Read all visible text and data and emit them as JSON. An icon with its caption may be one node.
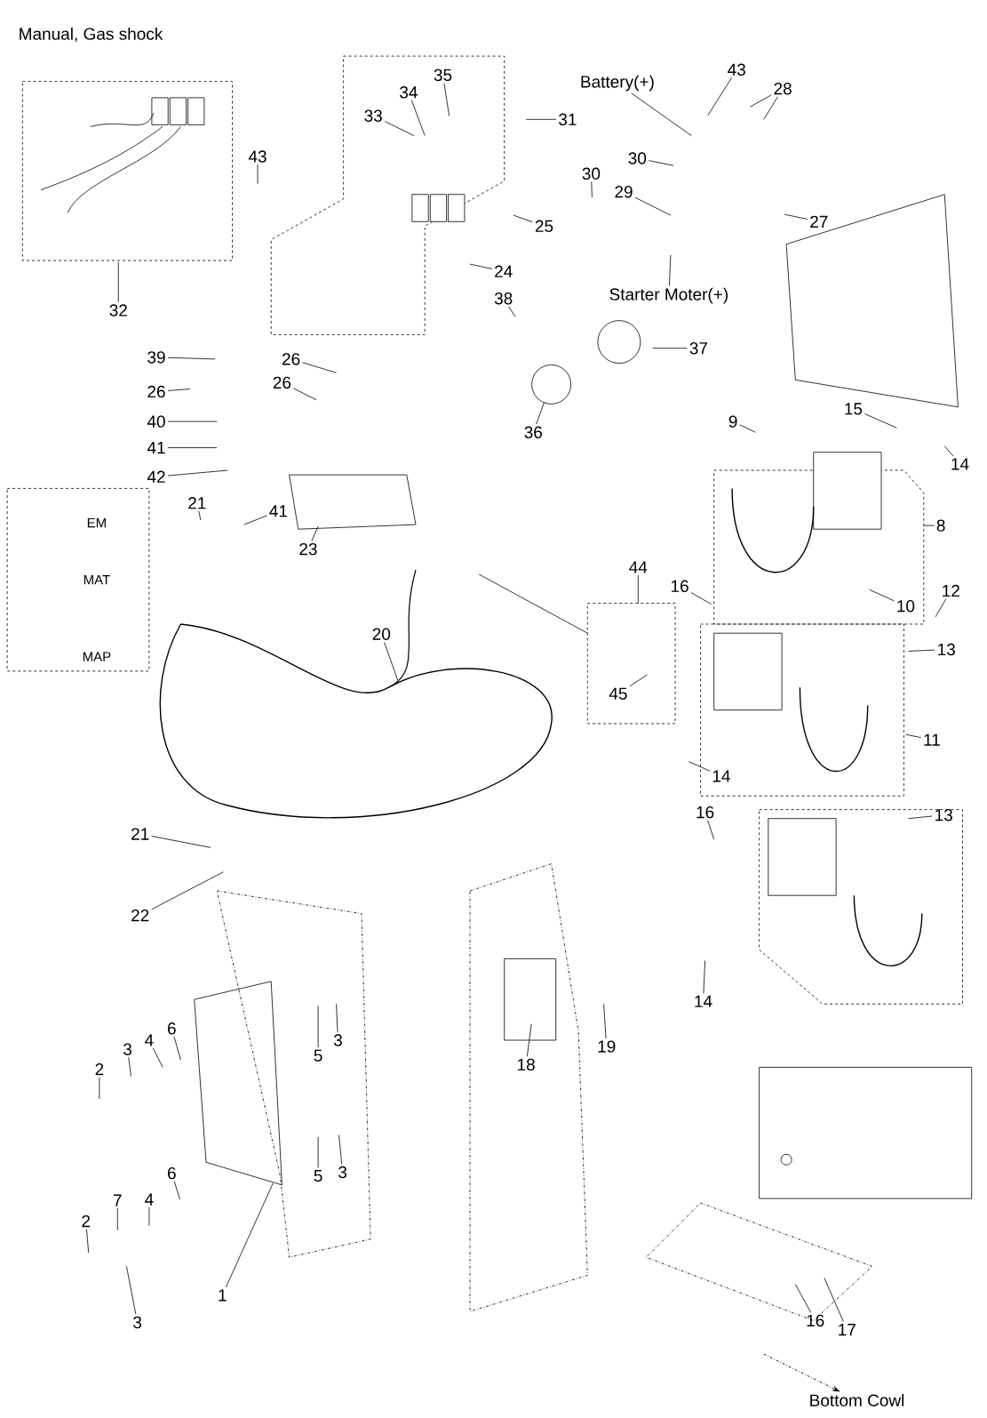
{
  "diagram": {
    "title": "Manual, Gas shock",
    "nodes": [
      {
        "text": [
          "33"
        ]
      },
      {
        "text": [
          "34"
        ]
      },
      {
        "text": [
          "35"
        ]
      },
      {
        "text": [
          "31"
        ]
      },
      {
        "text": [
          "Battery(+)"
        ]
      },
      {
        "text": [
          "43"
        ]
      },
      {
        "text": [
          "28"
        ]
      },
      {
        "text": [
          "43"
        ]
      },
      {
        "text": [
          "30"
        ]
      },
      {
        "text": [
          "30"
        ]
      },
      {
        "text": [
          "29"
        ]
      },
      {
        "text": [
          "25"
        ]
      },
      {
        "text": [
          "27"
        ]
      },
      {
        "text": [
          "24"
        ]
      },
      {
        "text": [
          "Starter Moter(+)"
        ]
      },
      {
        "text": [
          "38"
        ]
      },
      {
        "text": [
          "32"
        ]
      },
      {
        "text": [
          "37"
        ]
      },
      {
        "text": [
          "39"
        ]
      },
      {
        "text": [
          "26"
        ]
      },
      {
        "text": [
          "26"
        ]
      },
      {
        "text": [
          "26"
        ]
      },
      {
        "text": [
          "15"
        ]
      },
      {
        "text": [
          "9"
        ]
      },
      {
        "text": [
          "40"
        ]
      },
      {
        "text": [
          "36"
        ]
      },
      {
        "text": [
          "41"
        ]
      },
      {
        "text": [
          "14"
        ]
      },
      {
        "text": [
          "42"
        ]
      },
      {
        "text": [
          "21"
        ]
      },
      {
        "text": [
          "41"
        ]
      },
      {
        "text": [
          "8"
        ]
      },
      {
        "text": [
          "23"
        ]
      },
      {
        "text": [
          "44"
        ]
      },
      {
        "text": [
          "16"
        ]
      },
      {
        "text": [
          "12"
        ]
      },
      {
        "text": [
          "10"
        ]
      },
      {
        "text": [
          "20"
        ]
      },
      {
        "text": [
          "13"
        ]
      },
      {
        "text": [
          "45"
        ]
      },
      {
        "text": [
          "11"
        ]
      },
      {
        "text": [
          "14"
        ]
      },
      {
        "text": [
          "16"
        ]
      },
      {
        "text": [
          "13"
        ]
      },
      {
        "text": [
          "21"
        ]
      },
      {
        "text": [
          "22"
        ]
      },
      {
        "text": [
          "14"
        ]
      },
      {
        "text": [
          "6"
        ]
      },
      {
        "text": [
          "3"
        ]
      },
      {
        "text": [
          "4"
        ]
      },
      {
        "text": [
          "19"
        ]
      },
      {
        "text": [
          "3"
        ]
      },
      {
        "text": [
          "5"
        ]
      },
      {
        "text": [
          "18"
        ]
      },
      {
        "text": [
          "2"
        ]
      },
      {
        "text": [
          "6"
        ]
      },
      {
        "text": [
          "3"
        ]
      },
      {
        "text": [
          "5"
        ]
      },
      {
        "text": [
          "4"
        ]
      },
      {
        "text": [
          "7"
        ]
      },
      {
        "text": [
          "2"
        ]
      },
      {
        "text": [
          "1"
        ]
      },
      {
        "text": [
          "16"
        ]
      },
      {
        "text": [
          "3"
        ]
      },
      {
        "text": [
          "17"
        ]
      },
      {
        "text": [
          "Bottom Cowl"
        ]
      }
    ],
    "edges": [
      {
        "from": 0,
        "to": null,
        "arrow": "none"
      },
      {
        "from": 1,
        "to": null,
        "arrow": "none"
      },
      {
        "from": 2,
        "to": null,
        "arrow": "none"
      },
      {
        "from": 3,
        "to": null,
        "arrow": "none"
      },
      {
        "from": 4,
        "to": null,
        "arrow": "none"
      },
      {
        "from": 5,
        "to": null,
        "arrow": "none"
      },
      {
        "from": 6,
        "to": null,
        "arrow": "none"
      },
      {
        "from": 6,
        "to": null,
        "arrow": "none"
      },
      {
        "from": 7,
        "to": null,
        "arrow": "none"
      },
      {
        "from": 8,
        "to": null,
        "arrow": "none"
      },
      {
        "from": 9,
        "to": null,
        "arrow": "none"
      },
      {
        "from": 10,
        "to": null,
        "arrow": "none"
      },
      {
        "from": 11,
        "to": null,
        "arrow": "none"
      },
      {
        "from": 12,
        "to": null,
        "arrow": "none"
      },
      {
        "from": 13,
        "to": null,
        "arrow": "none"
      },
      {
        "from": 14,
        "to": null,
        "arrow": "none"
      },
      {
        "from": 15,
        "to": null,
        "arrow": "none"
      },
      {
        "from": 16,
        "to": null,
        "arrow": "none"
      },
      {
        "from": 17,
        "to": null,
        "arrow": "none"
      },
      {
        "from": 18,
        "to": null,
        "arrow": "none"
      },
      {
        "from": 19,
        "to": null,
        "arrow": "none"
      },
      {
        "from": 20,
        "to": null,
        "arrow": "none"
      },
      {
        "from": 21,
        "to": null,
        "arrow": "none"
      },
      {
        "from": 22,
        "to": null,
        "arrow": "none"
      },
      {
        "from": 23,
        "to": null,
        "arrow": "none"
      },
      {
        "from": 24,
        "to": null,
        "arrow": "none"
      },
      {
        "from": 25,
        "to": null,
        "arrow": "none"
      },
      {
        "from": 26,
        "to": null,
        "arrow": "none"
      },
      {
        "from": 27,
        "to": null,
        "arrow": "none"
      },
      {
        "from": 28,
        "to": null,
        "arrow": "none"
      },
      {
        "from": 29,
        "to": null,
        "arrow": "none"
      },
      {
        "from": 30,
        "to": null,
        "arrow": "none"
      },
      {
        "from": 31,
        "to": null,
        "arrow": "none"
      },
      {
        "from": 32,
        "to": null,
        "arrow": "none"
      },
      {
        "from": 33,
        "to": null,
        "arrow": "none"
      },
      {
        "from": 34,
        "to": null,
        "arrow": "none"
      },
      {
        "from": 35,
        "to": null,
        "arrow": "none"
      },
      {
        "from": 36,
        "to": null,
        "arrow": "none"
      },
      {
        "from": 37,
        "to": null,
        "arrow": "none"
      },
      {
        "from": 38,
        "to": null,
        "arrow": "none"
      },
      {
        "from": 39,
        "to": null,
        "arrow": "none"
      },
      {
        "from": 40,
        "to": null,
        "arrow": "none"
      },
      {
        "from": 41,
        "to": null,
        "arrow": "none"
      },
      {
        "from": 42,
        "to": null,
        "arrow": "none"
      },
      {
        "from": 43,
        "to": null,
        "arrow": "none"
      },
      {
        "from": 44,
        "to": null,
        "arrow": "none"
      },
      {
        "from": 45,
        "to": null,
        "arrow": "none"
      },
      {
        "from": 46,
        "to": null,
        "arrow": "none"
      },
      {
        "from": 47,
        "to": null,
        "arrow": "none"
      },
      {
        "from": 48,
        "to": null,
        "arrow": "none"
      },
      {
        "from": 49,
        "to": null,
        "arrow": "none"
      },
      {
        "from": 50,
        "to": null,
        "arrow": "none"
      },
      {
        "from": 51,
        "to": null,
        "arrow": "none"
      },
      {
        "from": 52,
        "to": null,
        "arrow": "none"
      },
      {
        "from": 53,
        "to": null,
        "arrow": "none"
      },
      {
        "from": 54,
        "to": null,
        "arrow": "none"
      },
      {
        "from": 55,
        "to": null,
        "arrow": "none"
      },
      {
        "from": 56,
        "to": null,
        "arrow": "none"
      },
      {
        "from": 57,
        "to": null,
        "arrow": "none"
      },
      {
        "from": 58,
        "to": null,
        "arrow": "none"
      },
      {
        "from": 59,
        "to": null,
        "arrow": "none"
      },
      {
        "from": 60,
        "to": null,
        "arrow": "none"
      },
      {
        "from": 61,
        "to": null,
        "arrow": "none"
      },
      {
        "from": 62,
        "to": null,
        "arrow": "none"
      },
      {
        "from": 63,
        "to": null,
        "arrow": "none"
      },
      {
        "from": 64,
        "to": null,
        "arrow": "none"
      },
      {
        "from": null,
        "to": 65,
        "arrow": "to",
        "style": "dashed"
      }
    ],
    "labels": [
      "EM",
      "MAT",
      "MAP"
    ]
  }
}
